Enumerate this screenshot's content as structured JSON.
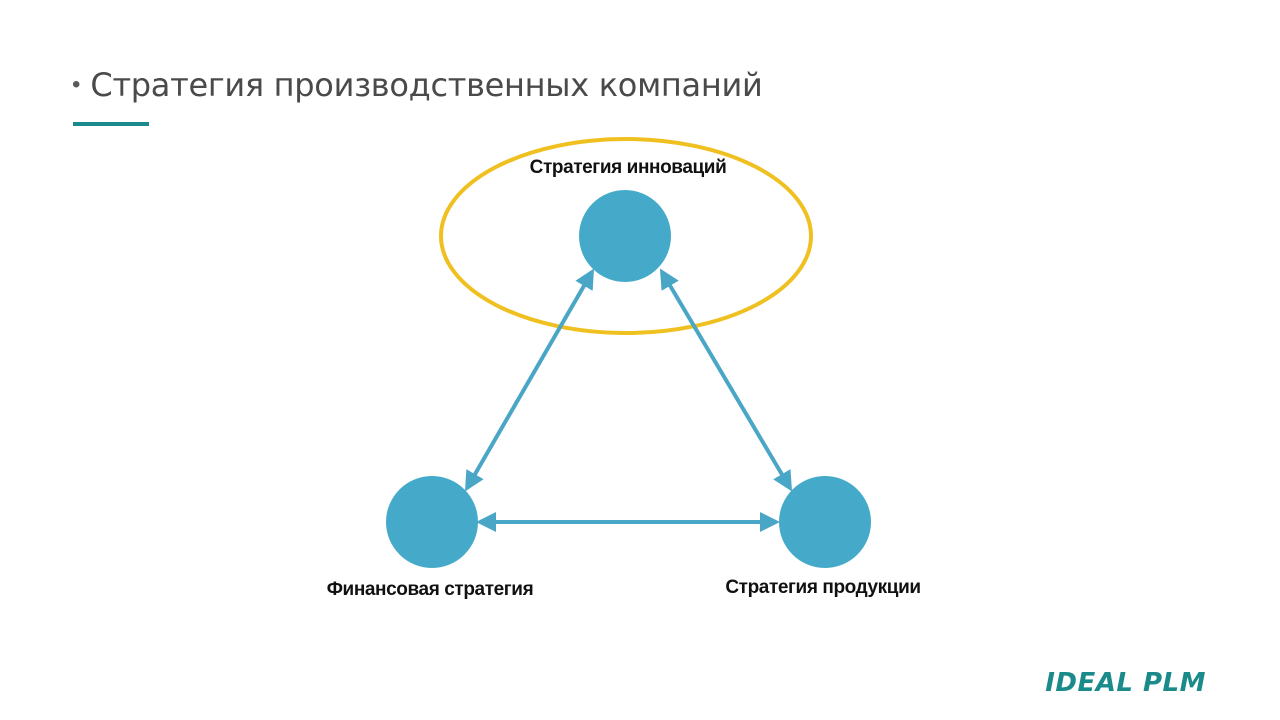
{
  "slide": {
    "bullet": "•",
    "title": "Стратегия производственных компаний"
  },
  "diagram": {
    "nodes": [
      {
        "id": "innovation",
        "label": "Стратегия инноваций",
        "highlighted": true
      },
      {
        "id": "finance",
        "label": "Финансовая стратегия",
        "highlighted": false
      },
      {
        "id": "product",
        "label": "Стратегия продукции",
        "highlighted": false
      }
    ],
    "edges": [
      {
        "from": "innovation",
        "to": "finance",
        "bidirectional": true
      },
      {
        "from": "innovation",
        "to": "product",
        "bidirectional": true
      },
      {
        "from": "finance",
        "to": "product",
        "bidirectional": true
      }
    ]
  },
  "logo": {
    "text": "IDEAL PLM"
  },
  "colors": {
    "node_fill": "#45aac9",
    "edge": "#4aa6c7",
    "highlight_ring": "#f0c020",
    "accent": "#1a8a8a",
    "title": "#4a4a4a"
  }
}
